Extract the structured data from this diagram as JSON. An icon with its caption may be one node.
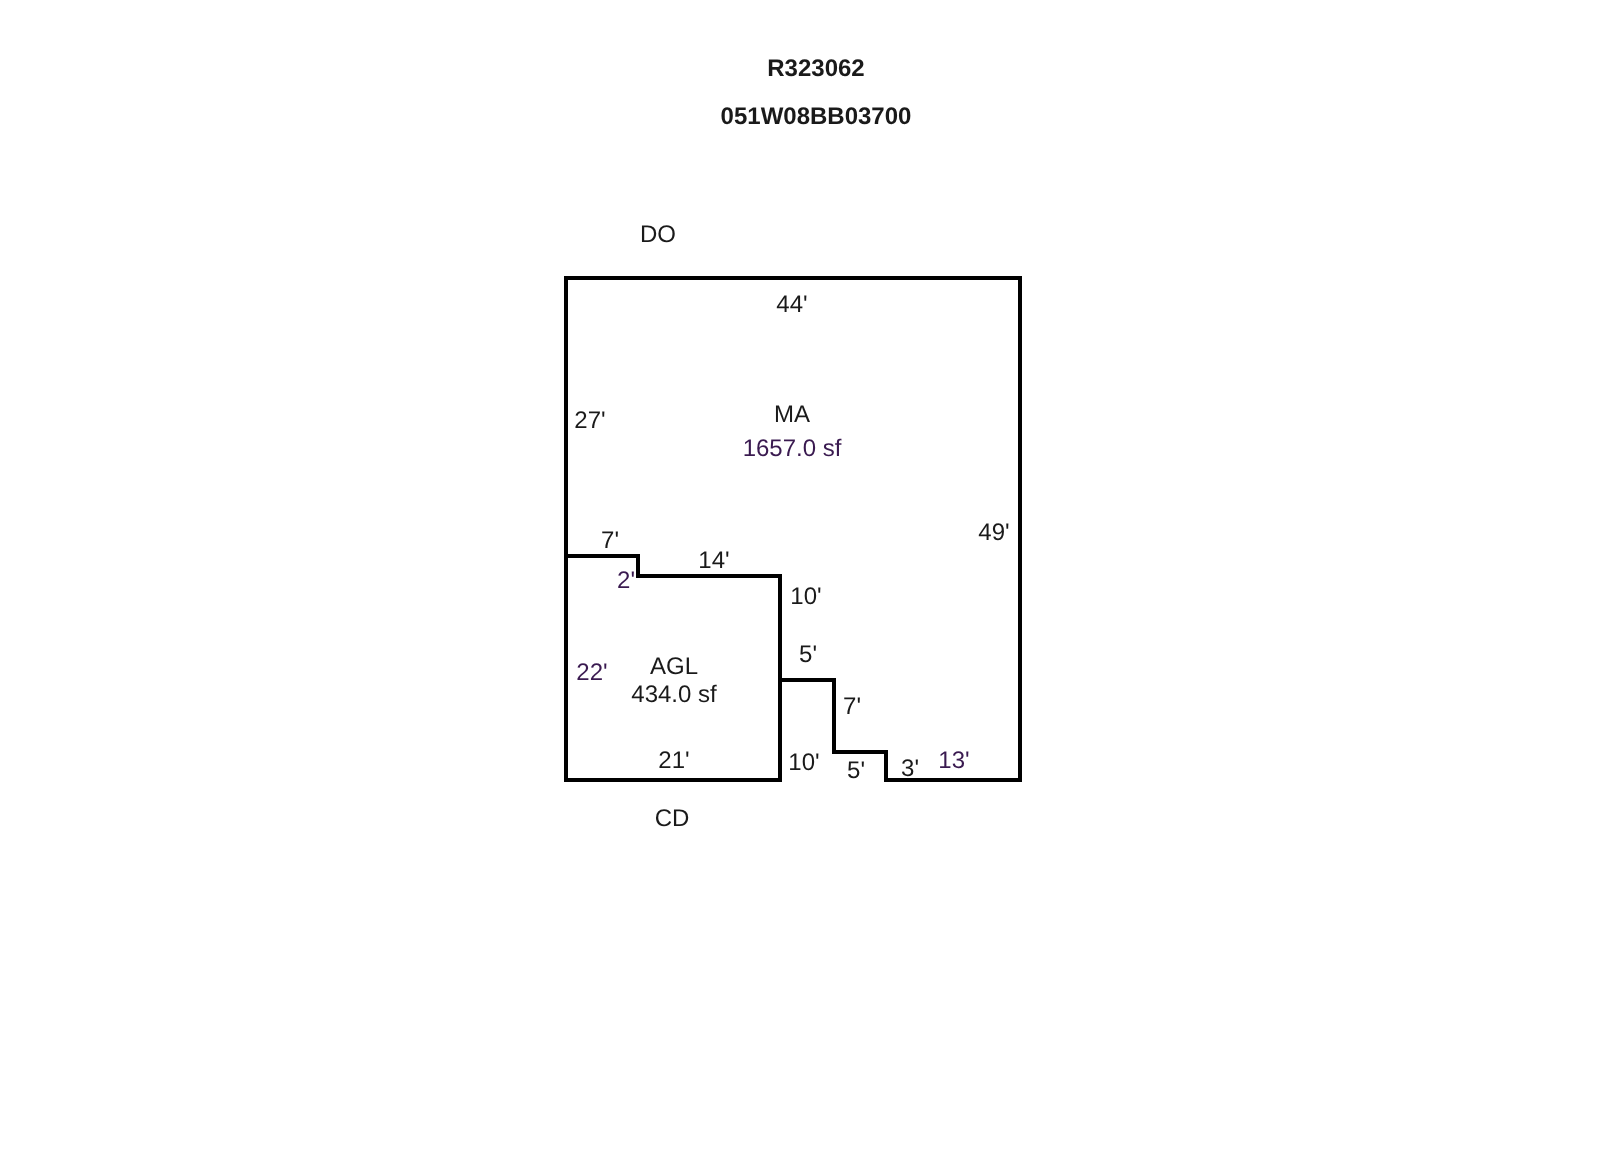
{
  "diagram": {
    "nodes": [
      {
        "text": [
          "MA",
          "1657.0 sf"
        ]
      },
      {
        "text": [
          "AGL",
          "434.0 sf"
        ]
      }
    ],
    "labels": [
      "R323062",
      "051W08BB03700",
      "DO",
      "44'",
      "27'",
      "7'",
      "14'",
      "49'",
      "2'",
      "10'",
      "5'",
      "22'",
      "7'",
      "21'",
      "10'",
      "5'",
      "3'",
      "13'",
      "CD"
    ]
  }
}
